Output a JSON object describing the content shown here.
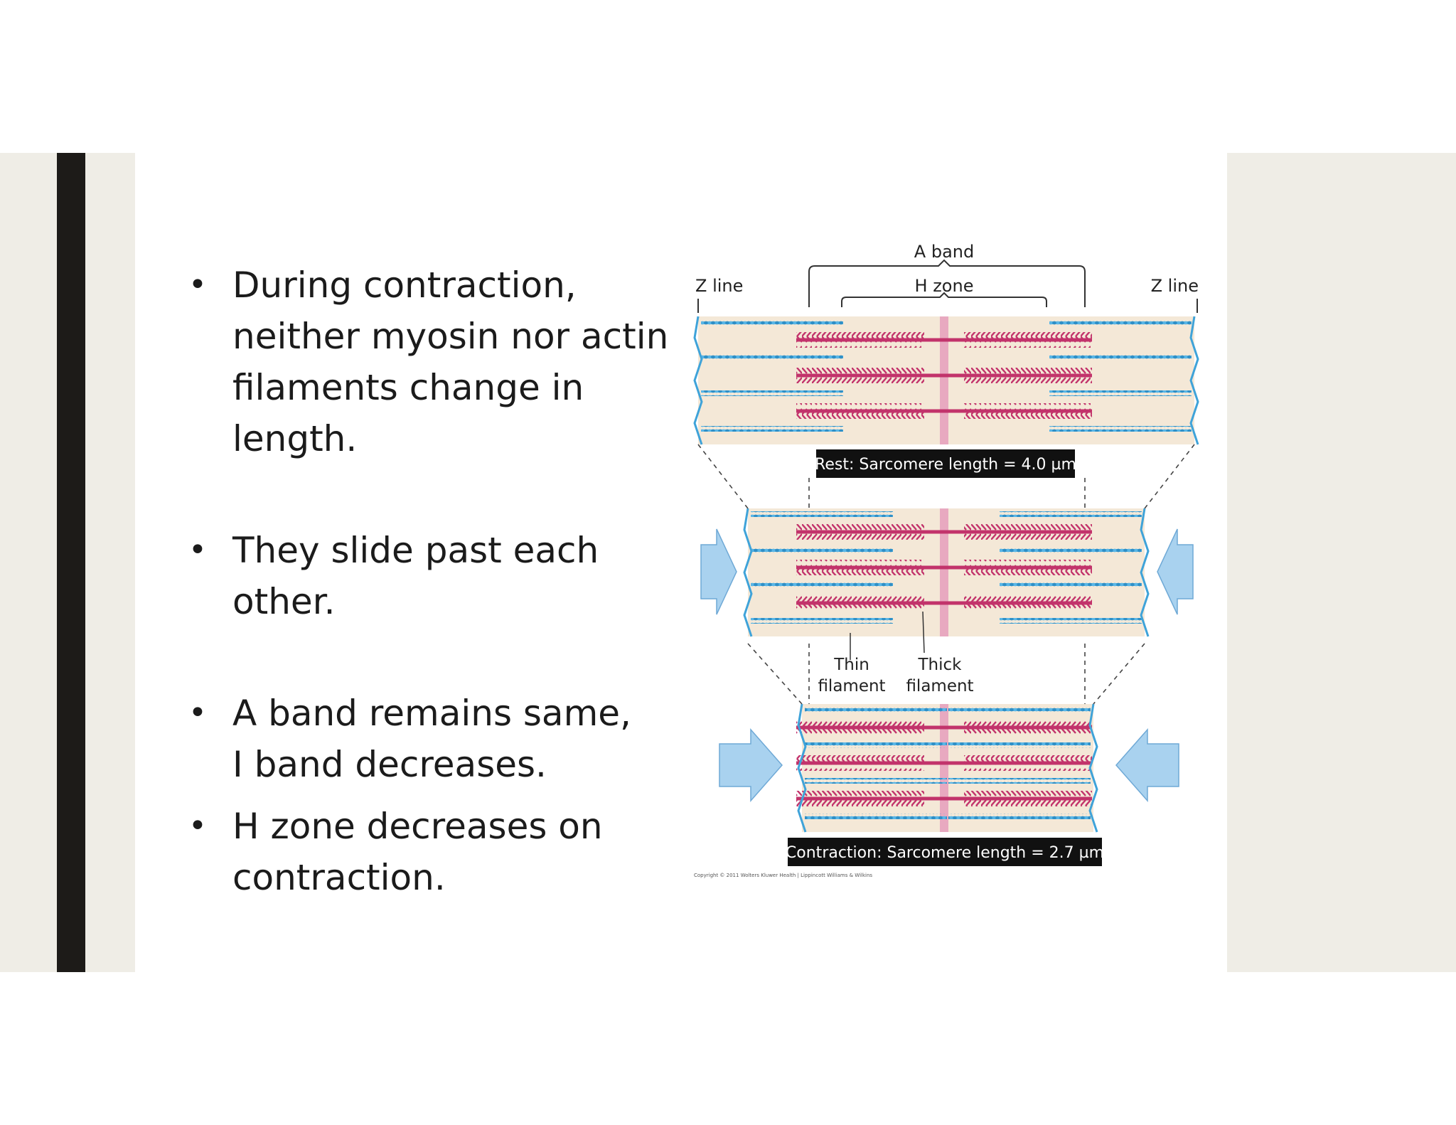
{
  "bullets": [
    {
      "line1": "During contraction,",
      "line2": "neither myosin nor actin",
      "line3": "filaments change in",
      "line4": "length."
    },
    {
      "line1": "They slide past each",
      "line2": "other."
    },
    {
      "line1": "A band remains same,",
      "line2": "I band decreases."
    },
    {
      "line1": "H zone decreases on",
      "line2": "contraction."
    }
  ],
  "diagram": {
    "a_band_label": "A band",
    "h_zone_label": "H zone",
    "z_line_left_label": "Z line",
    "z_line_right_label": "Z line",
    "rest_caption": "Rest: Sarcomere length = 4.0 µm",
    "contraction_caption": "Contraction: Sarcomere length = 2.7 µm",
    "thin_filament_label_1": "Thin",
    "thin_filament_label_2": "filament",
    "thick_filament_label_1": "Thick",
    "thick_filament_label_2": "filament",
    "copyright": "Copyright © 2011 Wolters Kluwer Health | Lippincott Williams & Wilkins",
    "colors": {
      "thin_filament": "#3fa3d9",
      "thick_filament": "#c2336b",
      "sarcomere_background": "#f4e8d7",
      "m_line": "#e8a9c0",
      "arrow": "#a9d2ef",
      "caption_background": "#111111"
    }
  }
}
